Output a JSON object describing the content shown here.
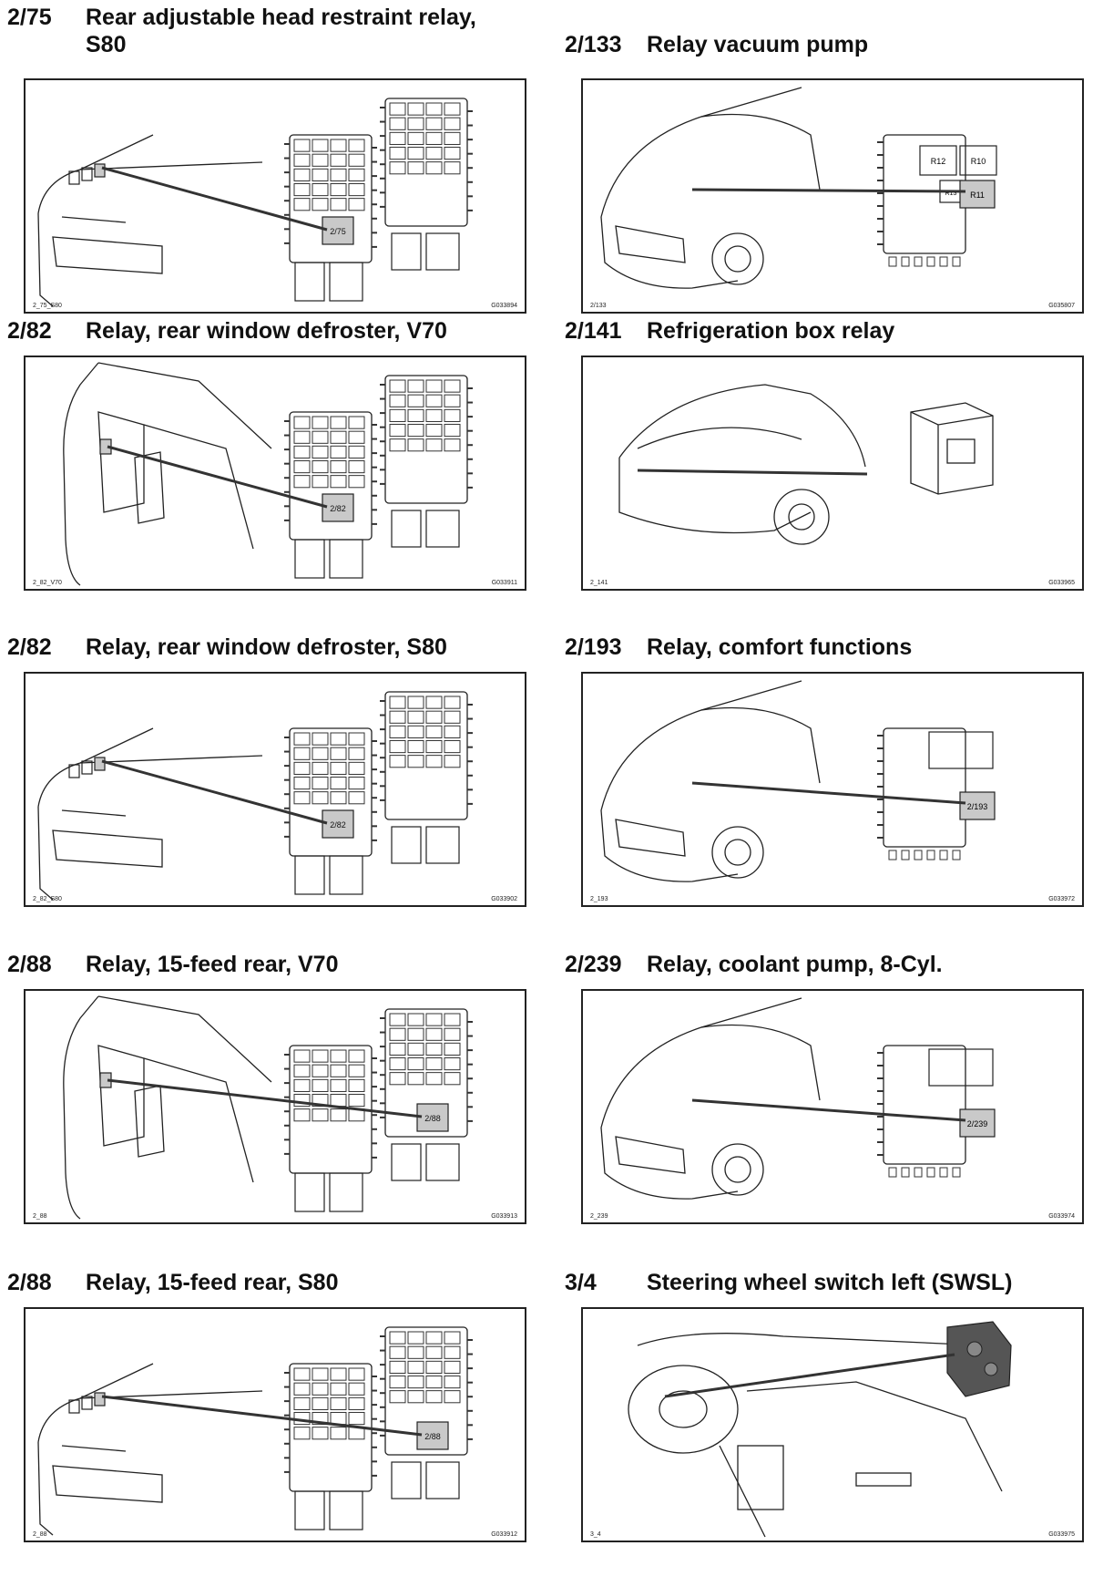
{
  "entries": [
    {
      "code": "2/75",
      "title": "Rear adjustable head restraint relay, S80",
      "callout": "2/75",
      "img_left": "2_75_S80",
      "img_right": "G033894",
      "scene": "sedan-trunk"
    },
    {
      "code": "2/133",
      "title": "Relay vacuum pump",
      "callout": "R11",
      "labels": [
        "R12",
        "R10",
        "R13"
      ],
      "img_left": "2/133",
      "img_right": "G035807",
      "scene": "front-car"
    },
    {
      "code": "2/82",
      "title": "Relay, rear window defroster, V70",
      "callout": "2/82",
      "img_left": "2_82_V70",
      "img_right": "G033911",
      "scene": "wagon-trunk"
    },
    {
      "code": "2/141",
      "title": "Refrigeration box relay",
      "callout": "",
      "img_left": "2_141",
      "img_right": "G033965",
      "scene": "rear-car"
    },
    {
      "code": "2/82",
      "title": "Relay, rear window defroster, S80",
      "callout": "2/82",
      "img_left": "2_82_S80",
      "img_right": "G033902",
      "scene": "sedan-trunk"
    },
    {
      "code": "2/193",
      "title": "Relay, comfort functions",
      "callout": "2/193",
      "img_left": "2_193",
      "img_right": "G033972",
      "scene": "front-car"
    },
    {
      "code": "2/88",
      "title": "Relay, 15-feed rear, V70",
      "callout": "2/88",
      "img_left": "2_88",
      "img_right": "G033913",
      "scene": "wagon-trunk"
    },
    {
      "code": "2/239",
      "title": "Relay, coolant pump, 8-Cyl.",
      "callout": "2/239",
      "img_left": "2_239",
      "img_right": "G033974",
      "scene": "front-car"
    },
    {
      "code": "2/88",
      "title": "Relay, 15-feed rear, S80",
      "callout": "2/88",
      "img_left": "2_88",
      "img_right": "G033912",
      "scene": "sedan-trunk"
    },
    {
      "code": "3/4",
      "title": "Steering wheel switch left (SWSL)",
      "callout": "",
      "img_left": "3_4",
      "img_right": "G033975",
      "scene": "dashboard"
    }
  ]
}
